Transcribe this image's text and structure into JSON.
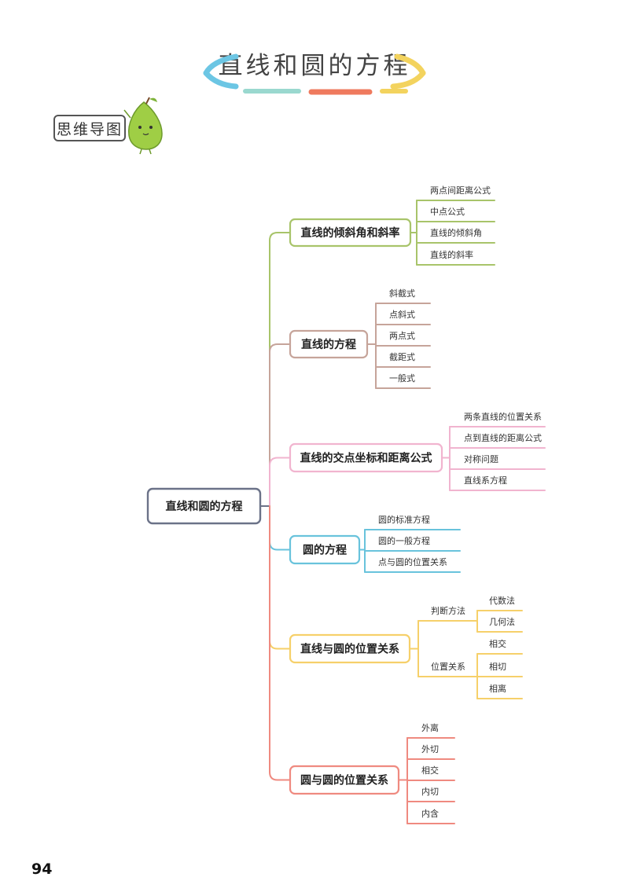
{
  "title": "直线和圆的方程",
  "badge": "思维导图",
  "page_number": "94",
  "colors": {
    "root": "#6b7288",
    "green": "#a8c46a",
    "brown": "#c6a49a",
    "pink": "#f1b4cf",
    "blue": "#69c3dc",
    "yellow": "#f6d06a",
    "red": "#ef8a80"
  },
  "mindmap": {
    "root": "直线和圆的方程",
    "branches": [
      {
        "label": "直线的倾斜角和斜率",
        "color": "green",
        "leaves": [
          "两点间距离公式",
          "中点公式",
          "直线的倾斜角",
          "直线的斜率"
        ]
      },
      {
        "label": "直线的方程",
        "color": "brown",
        "leaves": [
          "斜截式",
          "点斜式",
          "两点式",
          "截距式",
          "一般式"
        ]
      },
      {
        "label": "直线的交点坐标和距离公式",
        "color": "pink",
        "leaves": [
          "两条直线的位置关系",
          "点到直线的距离公式",
          "对称问题",
          "直线系方程"
        ]
      },
      {
        "label": "圆的方程",
        "color": "blue",
        "leaves": [
          "圆的标准方程",
          "圆的一般方程",
          "点与圆的位置关系"
        ]
      },
      {
        "label": "直线与圆的位置关系",
        "color": "yellow",
        "groups": [
          {
            "label": "判断方法",
            "leaves": [
              "代数法",
              "几何法"
            ]
          },
          {
            "label": "位置关系",
            "leaves": [
              "相交",
              "相切",
              "相离"
            ]
          }
        ]
      },
      {
        "label": "圆与圆的位置关系",
        "color": "red",
        "leaves": [
          "外离",
          "外切",
          "相交",
          "内切",
          "内含"
        ]
      }
    ]
  }
}
